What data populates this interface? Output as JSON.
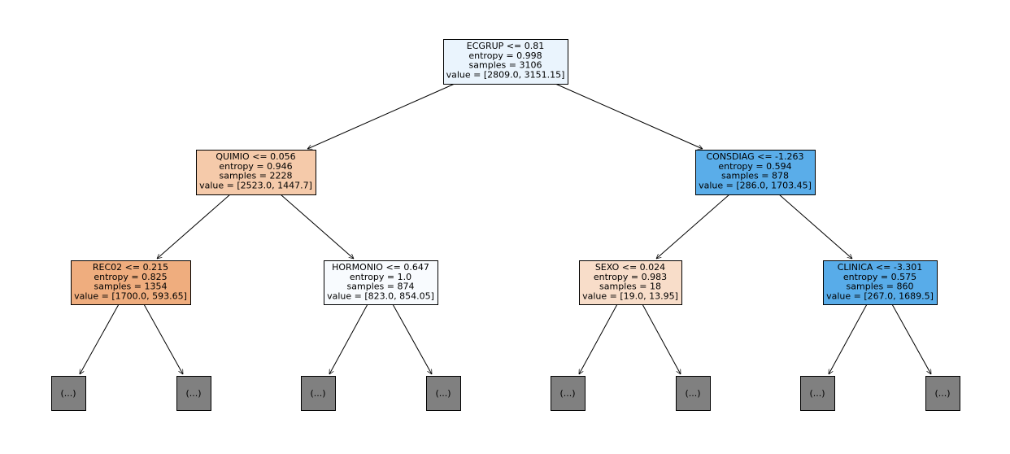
{
  "tree": {
    "nodes": [
      {
        "id": "n0",
        "lines": [
          "ECGRUP <= 0.81",
          "entropy = 0.998",
          "samples = 3106",
          "value = [2809.0, 3151.15]"
        ],
        "color": "#eaf4fd"
      },
      {
        "id": "n1",
        "lines": [
          "QUIMIO <= 0.056",
          "entropy = 0.946",
          "samples = 2228",
          "value = [2523.0, 1447.7]"
        ],
        "color": "#f5caaa"
      },
      {
        "id": "n2",
        "lines": [
          "CONSDIAG <= -1.263",
          "entropy = 0.594",
          "samples = 878",
          "value = [286.0, 1703.45]"
        ],
        "color": "#5aade9"
      },
      {
        "id": "n3",
        "lines": [
          "REC02 <= 0.215",
          "entropy = 0.825",
          "samples = 1354",
          "value = [1700.0, 593.65]"
        ],
        "color": "#efad7e"
      },
      {
        "id": "n4",
        "lines": [
          "HORMONIO <= 0.647",
          "entropy = 1.0",
          "samples = 874",
          "value = [823.0, 854.05]"
        ],
        "color": "#f8fbfe"
      },
      {
        "id": "n5",
        "lines": [
          "SEXO <= 0.024",
          "entropy = 0.983",
          "samples = 18",
          "value = [19.0, 13.95]"
        ],
        "color": "#f8ddc9"
      },
      {
        "id": "n6",
        "lines": [
          "CLINICA <= -3.301",
          "entropy = 0.575",
          "samples = 860",
          "value = [267.0, 1689.5]"
        ],
        "color": "#58ace9"
      }
    ],
    "leaf_label": "(...)",
    "leaf_color": "#808080"
  }
}
